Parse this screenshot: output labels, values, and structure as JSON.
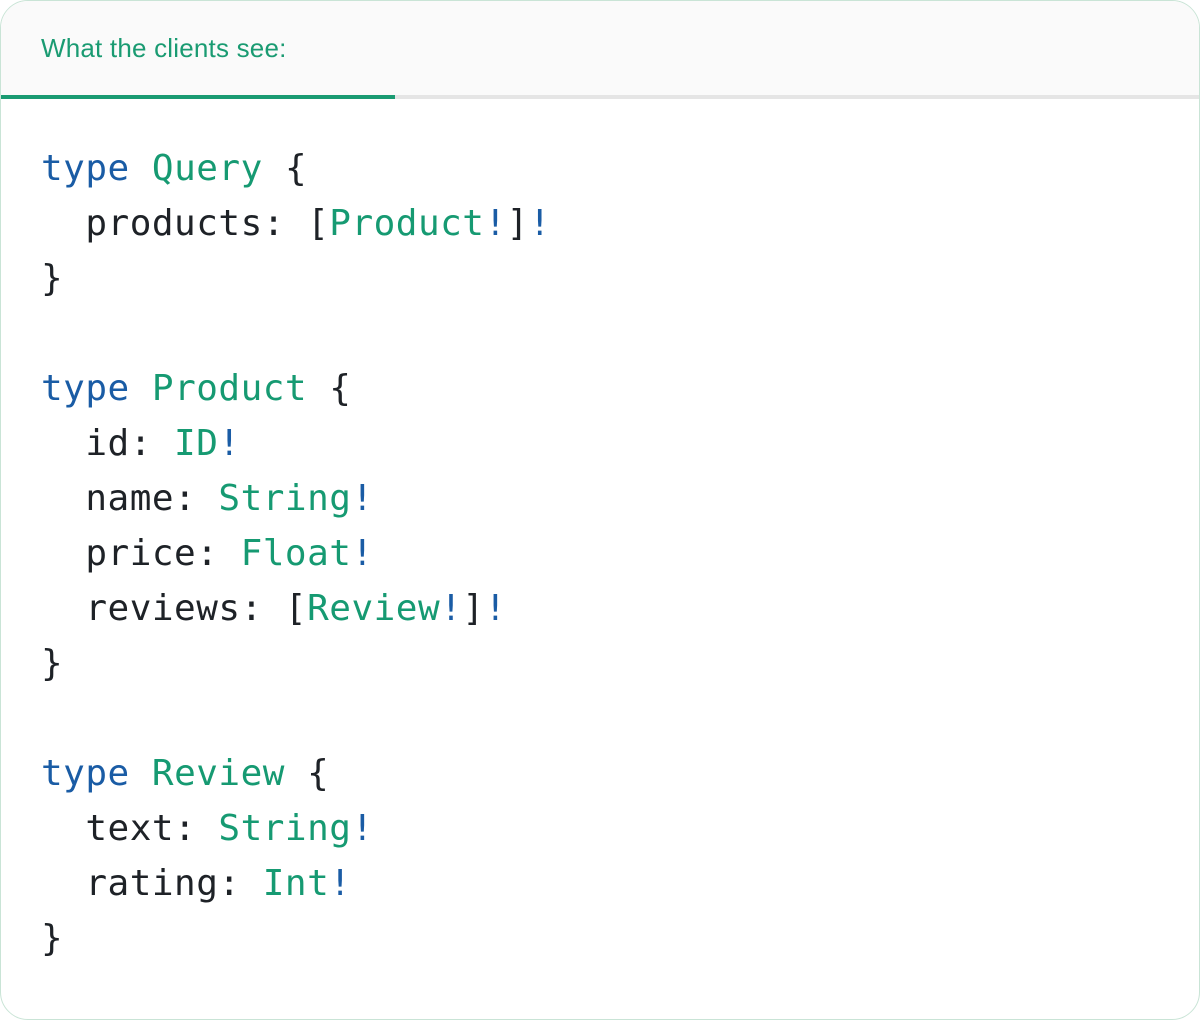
{
  "card": {
    "tab_label": "What the clients see:"
  },
  "colors": {
    "tab_green": "#1a9b72",
    "keyword_blue": "#1a5ca5",
    "type_green": "#169a72",
    "bang_blue": "#1a5ca5",
    "plain_dark": "#1e2227",
    "inactive_line_gray": "#e5e5e5",
    "header_bg": "#fafafa",
    "card_border": "#c9e4d6"
  },
  "code": {
    "language": "graphql",
    "lines": [
      [
        {
          "text": "type",
          "style": "keyword"
        },
        {
          "text": " ",
          "style": "plain"
        },
        {
          "text": "Query",
          "style": "type"
        },
        {
          "text": " {",
          "style": "plain"
        }
      ],
      [
        {
          "text": "  products: [",
          "style": "plain"
        },
        {
          "text": "Product",
          "style": "type"
        },
        {
          "text": "!",
          "style": "bang"
        },
        {
          "text": "]",
          "style": "plain"
        },
        {
          "text": "!",
          "style": "bang"
        }
      ],
      [
        {
          "text": "}",
          "style": "plain"
        }
      ],
      [],
      [
        {
          "text": "type",
          "style": "keyword"
        },
        {
          "text": " ",
          "style": "plain"
        },
        {
          "text": "Product",
          "style": "type"
        },
        {
          "text": " {",
          "style": "plain"
        }
      ],
      [
        {
          "text": "  id: ",
          "style": "plain"
        },
        {
          "text": "ID",
          "style": "type"
        },
        {
          "text": "!",
          "style": "bang"
        }
      ],
      [
        {
          "text": "  name: ",
          "style": "plain"
        },
        {
          "text": "String",
          "style": "type"
        },
        {
          "text": "!",
          "style": "bang"
        }
      ],
      [
        {
          "text": "  price: ",
          "style": "plain"
        },
        {
          "text": "Float",
          "style": "type"
        },
        {
          "text": "!",
          "style": "bang"
        }
      ],
      [
        {
          "text": "  reviews: [",
          "style": "plain"
        },
        {
          "text": "Review",
          "style": "type"
        },
        {
          "text": "!",
          "style": "bang"
        },
        {
          "text": "]",
          "style": "plain"
        },
        {
          "text": "!",
          "style": "bang"
        }
      ],
      [
        {
          "text": "}",
          "style": "plain"
        }
      ],
      [],
      [
        {
          "text": "type",
          "style": "keyword"
        },
        {
          "text": " ",
          "style": "plain"
        },
        {
          "text": "Review",
          "style": "type"
        },
        {
          "text": " {",
          "style": "plain"
        }
      ],
      [
        {
          "text": "  text: ",
          "style": "plain"
        },
        {
          "text": "String",
          "style": "type"
        },
        {
          "text": "!",
          "style": "bang"
        }
      ],
      [
        {
          "text": "  rating: ",
          "style": "plain"
        },
        {
          "text": "Int",
          "style": "type"
        },
        {
          "text": "!",
          "style": "bang"
        }
      ],
      [
        {
          "text": "}",
          "style": "plain"
        }
      ]
    ]
  }
}
